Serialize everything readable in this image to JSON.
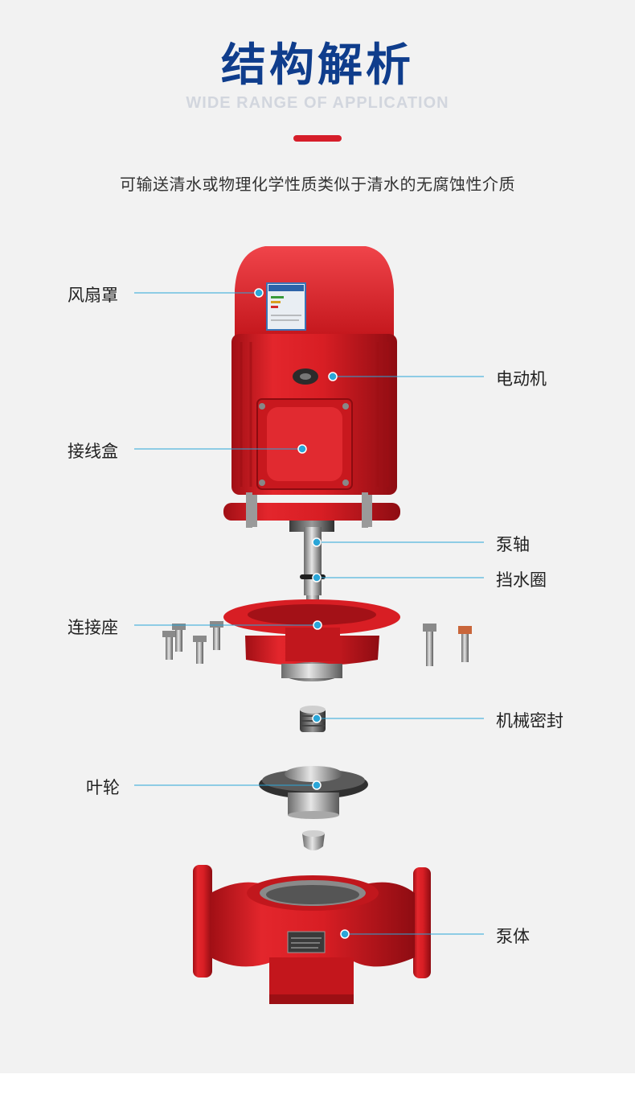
{
  "header": {
    "title": "结构解析",
    "subtitle": "WIDE RANGE OF APPLICATION",
    "description": "可输送清水或物理化学性质类似于清水的无腐蚀性介质"
  },
  "callouts": {
    "fan_cover": "风扇罩",
    "motor": "电动机",
    "junction_box": "接线盒",
    "pump_shaft": "泵轴",
    "water_ring": "挡水圈",
    "connecting_seat": "连接座",
    "mechanical_seal": "机械密封",
    "impeller": "叶轮",
    "pump_body": "泵体"
  },
  "colors": {
    "title": "#0f3d8c",
    "accent_bar": "#d61e2a",
    "pump_red": "#d81e24",
    "leader_line": "#2aa6d8",
    "subtitle": "#d2d6de"
  }
}
